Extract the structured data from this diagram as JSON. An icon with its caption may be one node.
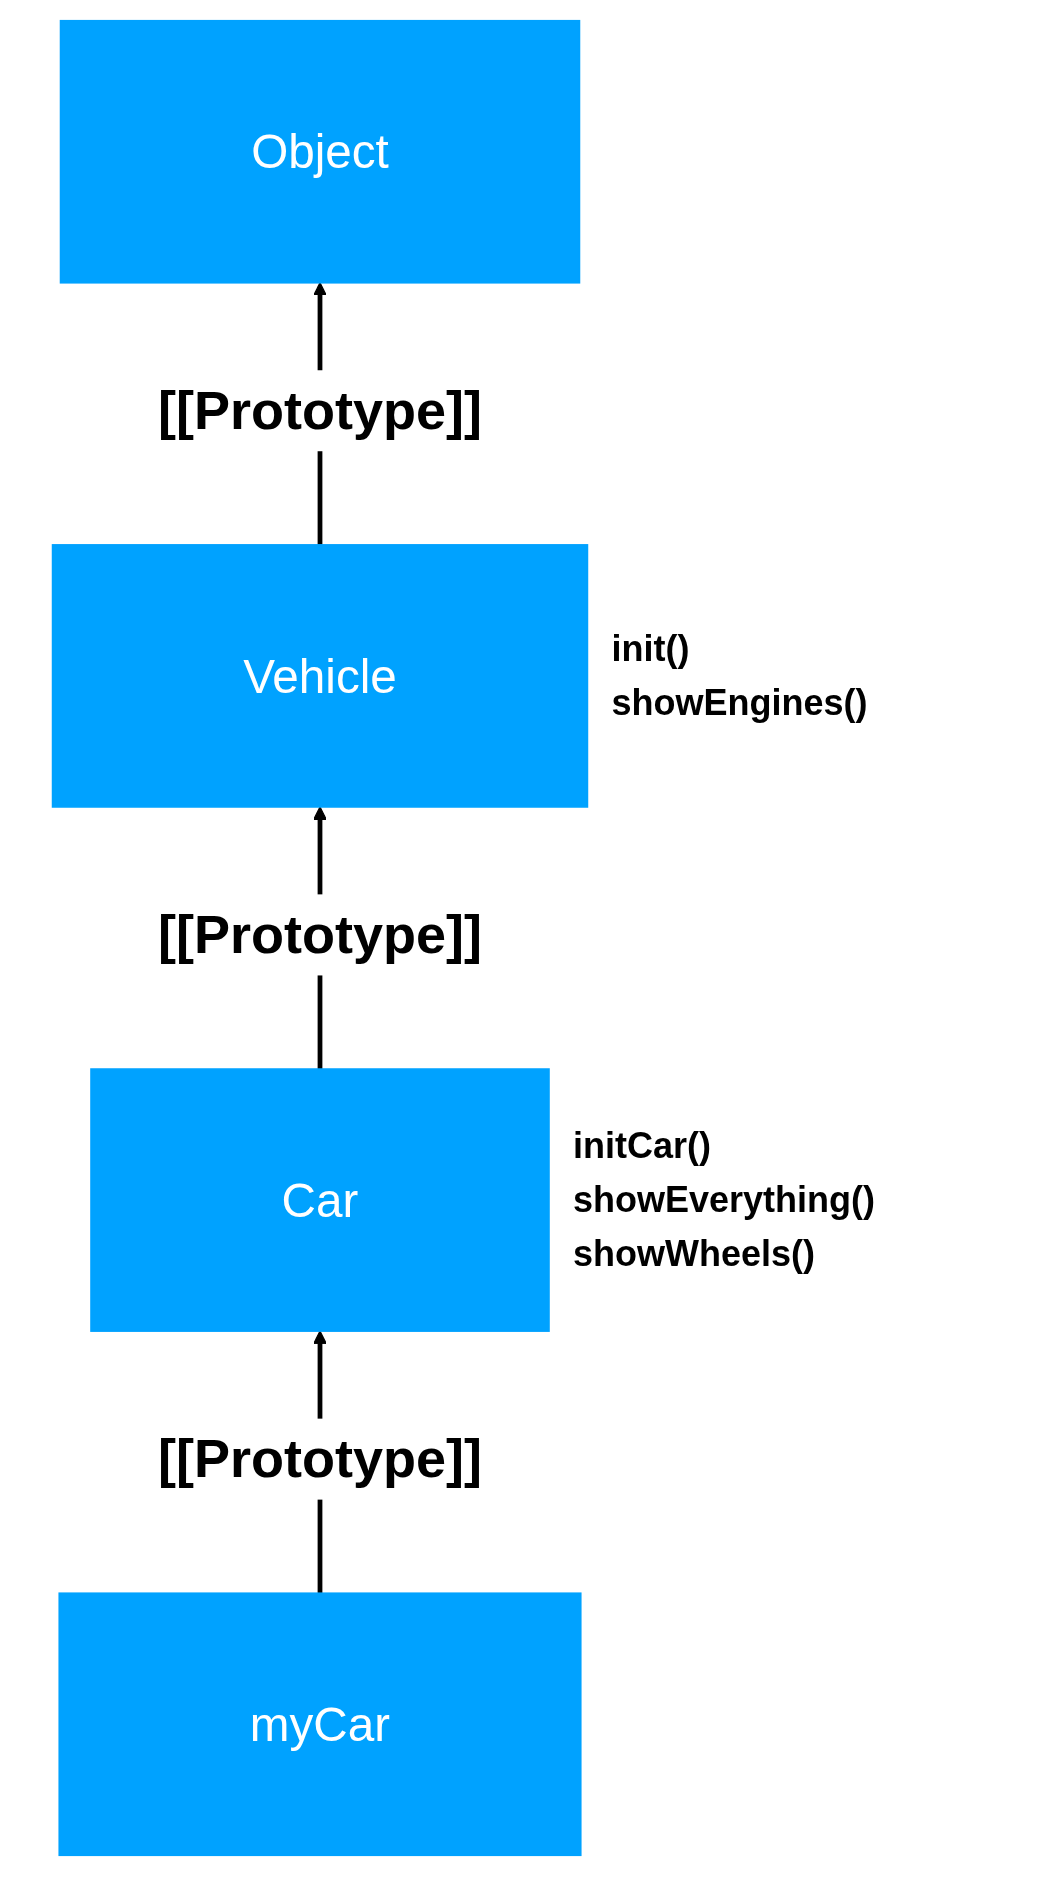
{
  "diagram": {
    "nodes": [
      {
        "text": [
          "Object"
        ]
      },
      {
        "text": [
          "Vehicle"
        ],
        "beside": [
          "init()",
          "showEngines()"
        ]
      },
      {
        "text": [
          "Car"
        ],
        "beside": [
          "initCar()",
          "showEverything()",
          "showWheels()"
        ]
      },
      {
        "text": [
          "myCar"
        ]
      }
    ],
    "edges": [
      {
        "from": 1,
        "to": 0,
        "arrow": "to",
        "label": "[[Prototype]]"
      },
      {
        "from": 2,
        "to": 1,
        "arrow": "to",
        "label": "[[Prototype]]"
      },
      {
        "from": 3,
        "to": 2,
        "arrow": "to",
        "label": "[[Prototype]]"
      }
    ]
  }
}
